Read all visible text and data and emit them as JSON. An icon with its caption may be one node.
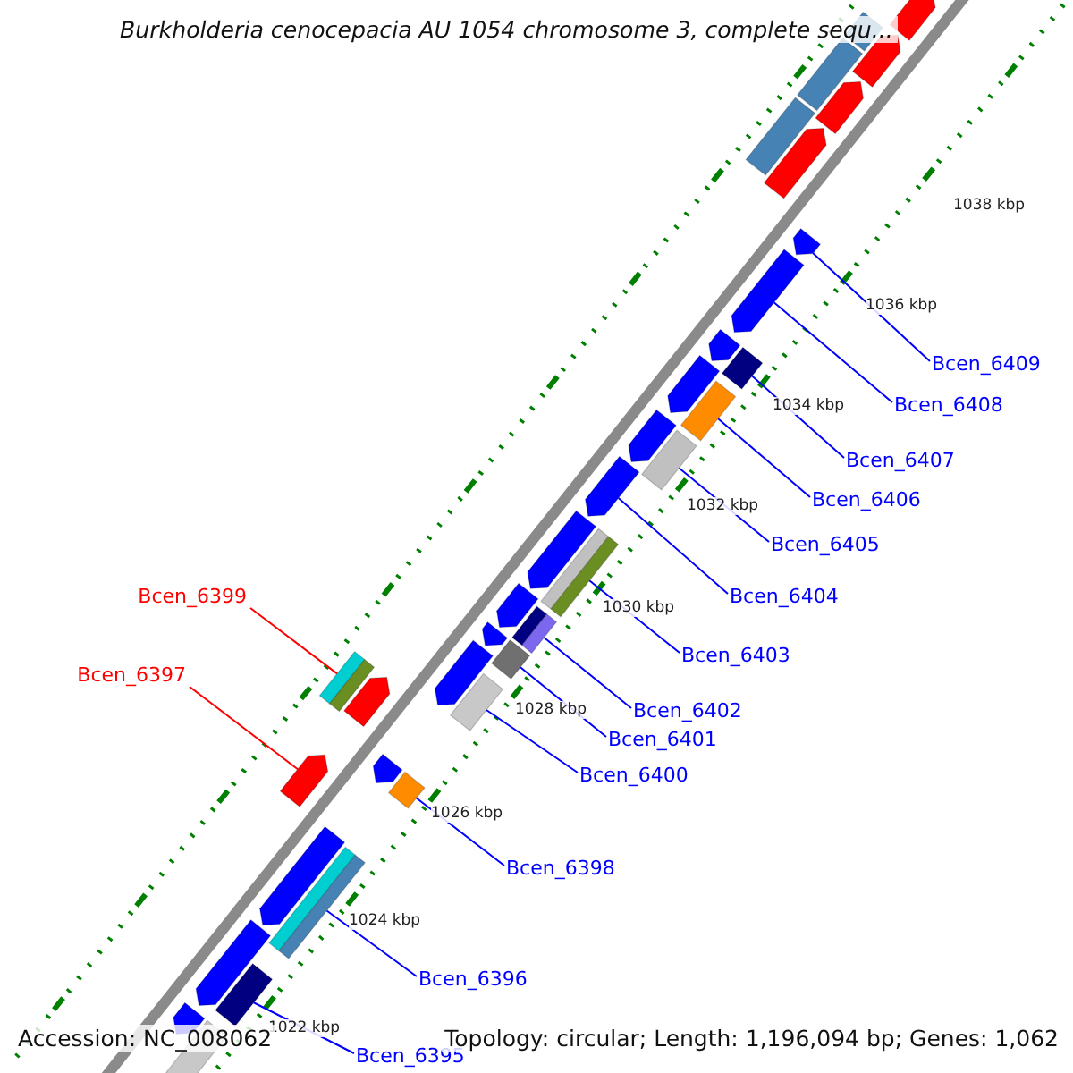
{
  "diagram": {
    "title": "Burkholderia cenocepacia AU 1054 chromosome 3, complete sequ...",
    "nodes": [
      {
        "text": [
          "Bcen_6399"
        ]
      },
      {
        "text": [],
        "shape": "box"
      },
      {
        "text": [
          "Bcen_6397"
        ]
      },
      {
        "text": [],
        "shape": "arrow"
      },
      {
        "text": [
          "Bcen_6409"
        ]
      },
      {
        "text": [],
        "shape": "arrow"
      },
      {
        "text": [
          "Bcen_6408"
        ]
      },
      {
        "text": [],
        "shape": "arrow"
      },
      {
        "text": [
          "Bcen_6407"
        ]
      },
      {
        "text": [],
        "shape": "box"
      },
      {
        "text": [
          "Bcen_6406"
        ]
      },
      {
        "text": [],
        "shape": "box"
      },
      {
        "text": [
          "Bcen_6405"
        ]
      },
      {
        "text": [],
        "shape": "box"
      },
      {
        "text": [
          "Bcen_6404"
        ]
      },
      {
        "text": [],
        "shape": "arrow"
      },
      {
        "text": [
          "Bcen_6403"
        ]
      },
      {
        "text": [],
        "shape": "box"
      },
      {
        "text": [
          "Bcen_6402"
        ]
      },
      {
        "text": [],
        "shape": "box"
      },
      {
        "text": [
          "Bcen_6401"
        ]
      },
      {
        "text": [],
        "shape": "box"
      },
      {
        "text": [
          "Bcen_6400"
        ]
      },
      {
        "text": [],
        "shape": "box"
      },
      {
        "text": [
          "Bcen_6398"
        ]
      },
      {
        "text": [],
        "shape": "box"
      },
      {
        "text": [
          "Bcen_6396"
        ]
      },
      {
        "text": [],
        "shape": "box"
      },
      {
        "text": [
          "Bcen_6395"
        ]
      },
      {
        "text": [],
        "shape": "box"
      },
      {
        "text": [],
        "shape": "box"
      },
      {
        "text": [],
        "shape": "arrow"
      },
      {
        "text": [],
        "shape": "arrow"
      },
      {
        "text": [],
        "shape": "box"
      },
      {
        "text": [],
        "shape": "arrow"
      },
      {
        "text": [],
        "shape": "box"
      },
      {
        "text": [],
        "shape": "arrow"
      },
      {
        "text": [],
        "shape": "arrow"
      },
      {
        "text": [],
        "shape": "arrow"
      },
      {
        "text": [],
        "shape": "arrow"
      },
      {
        "text": [],
        "shape": "arrow"
      },
      {
        "text": [],
        "shape": "arrow"
      },
      {
        "text": [],
        "shape": "arrow"
      },
      {
        "text": [],
        "shape": "arrow"
      },
      {
        "text": [],
        "shape": "arrow"
      },
      {
        "text": [],
        "shape": "arrow"
      },
      {
        "text": [],
        "shape": "arrow"
      },
      {
        "text": [],
        "shape": "arrow"
      },
      {
        "text": [],
        "shape": "box"
      },
      {
        "text": [],
        "shape": "arrow"
      }
    ],
    "edges": [
      {
        "from": 0,
        "to": 1,
        "arrow": "none",
        "color": "#ff0000"
      },
      {
        "from": 2,
        "to": 3,
        "arrow": "none",
        "color": "#ff0000"
      },
      {
        "from": 4,
        "to": 5,
        "arrow": "none"
      },
      {
        "from": 6,
        "to": 7,
        "arrow": "none"
      },
      {
        "from": 8,
        "to": 9,
        "arrow": "none"
      },
      {
        "from": 10,
        "to": 11,
        "arrow": "none"
      },
      {
        "from": 12,
        "to": 13,
        "arrow": "none"
      },
      {
        "from": 14,
        "to": 15,
        "arrow": "none"
      },
      {
        "from": 16,
        "to": 17,
        "arrow": "none"
      },
      {
        "from": 18,
        "to": 19,
        "arrow": "none"
      },
      {
        "from": 20,
        "to": 21,
        "arrow": "none"
      },
      {
        "from": 22,
        "to": 23,
        "arrow": "none"
      },
      {
        "from": 24,
        "to": 25,
        "arrow": "none"
      },
      {
        "from": 26,
        "to": 27,
        "arrow": "none"
      },
      {
        "from": 28,
        "to": 29,
        "arrow": "none"
      }
    ],
    "labels": [
      "1038 kbp",
      "1036 kbp",
      "1034 kbp",
      "1032 kbp",
      "1030 kbp",
      "1028 kbp",
      "1026 kbp",
      "1024 kbp",
      "1022 kbp",
      "Accession: NC_008062",
      "Topology: circular; Length: 1,196,094 bp; Genes: 1,062"
    ]
  }
}
